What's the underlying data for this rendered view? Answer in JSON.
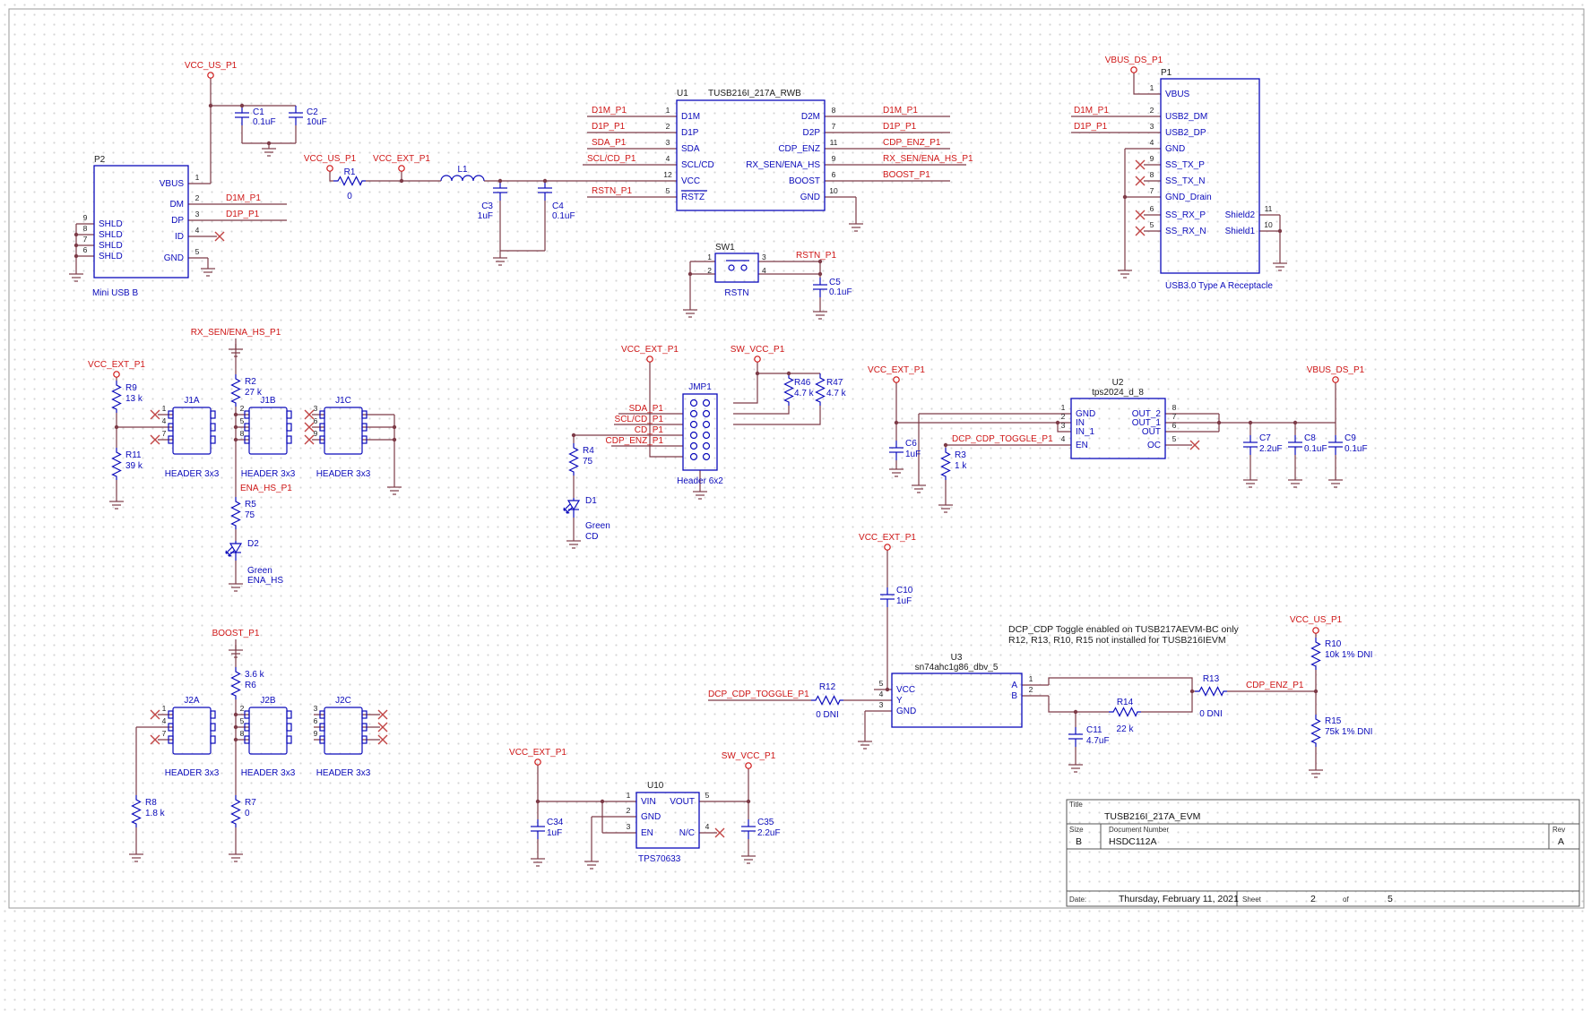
{
  "sheet": {
    "note_line1": "DCP_CDP Toggle enabled on TUSB217AEVM-BC only",
    "note_line2": "R12, R13, R10, R15 not installed for TUSB216IEVM"
  },
  "nets": {
    "vcc_us_p1": "VCC_US_P1",
    "vcc_ext_p1": "VCC_EXT_P1",
    "sw_vcc_p1": "SW_VCC_P1",
    "vbus_ds_p1": "VBUS_DS_P1",
    "d1m_p1": "D1M_P1",
    "d1p_p1": "D1P_P1",
    "sda_p1": "SDA_P1",
    "scl_cd_p1": "SCL/CD_P1",
    "cd_p1": "CD_P1",
    "rstn_p1": "RSTN_P1",
    "cdp_enz_p1": "CDP_ENZ_P1",
    "rx_sen_ena_hs_p1": "RX_SEN/ENA_HS_P1",
    "ena_hs_p1": "ENA_HS_P1",
    "boost_p1": "BOOST_P1",
    "dcp_cdp_toggle_p1": "DCP_CDP_TOGGLE_P1"
  },
  "p2": {
    "ref": "P2",
    "desc": "Mini USB B",
    "pins": [
      {
        "n": "1",
        "name": "VBUS"
      },
      {
        "n": "2",
        "name": "DM"
      },
      {
        "n": "3",
        "name": "DP"
      },
      {
        "n": "4",
        "name": "ID"
      },
      {
        "n": "5",
        "name": "GND"
      }
    ],
    "shld": [
      {
        "n": "9",
        "name": "SHLD"
      },
      {
        "n": "8",
        "name": "SHLD"
      },
      {
        "n": "7",
        "name": "SHLD"
      },
      {
        "n": "6",
        "name": "SHLD"
      }
    ]
  },
  "p1": {
    "ref": "P1",
    "desc": "USB3.0 Type A Receptacle",
    "left": [
      {
        "n": "1",
        "name": "VBUS"
      },
      {
        "n": "2",
        "name": "USB2_DM"
      },
      {
        "n": "3",
        "name": "USB2_DP"
      },
      {
        "n": "4",
        "name": "GND"
      },
      {
        "n": "9",
        "name": "SS_TX_P"
      },
      {
        "n": "8",
        "name": "SS_TX_N"
      },
      {
        "n": "7",
        "name": "GND_Drain"
      },
      {
        "n": "6",
        "name": "SS_RX_P"
      },
      {
        "n": "5",
        "name": "SS_RX_N"
      }
    ],
    "right": [
      {
        "n": "11",
        "name": "Shield2"
      },
      {
        "n": "10",
        "name": "Shield1"
      }
    ]
  },
  "u1": {
    "ref": "U1",
    "part": "TUSB216I_217A_RWB",
    "left": [
      {
        "n": "1",
        "name": "D1M"
      },
      {
        "n": "2",
        "name": "D1P"
      },
      {
        "n": "3",
        "name": "SDA"
      },
      {
        "n": "4",
        "name": "SCL/CD"
      },
      {
        "n": "12",
        "name": "VCC"
      },
      {
        "n": "5",
        "name": "RSTZ"
      }
    ],
    "right": [
      {
        "n": "8",
        "name": "D2M"
      },
      {
        "n": "7",
        "name": "D2P"
      },
      {
        "n": "11",
        "name": "CDP_ENZ"
      },
      {
        "n": "9",
        "name": "RX_SEN/ENA_HS"
      },
      {
        "n": "6",
        "name": "BOOST"
      },
      {
        "n": "10",
        "name": "GND"
      }
    ]
  },
  "u2": {
    "ref": "U2",
    "part": "tps2024_d_8",
    "left": [
      {
        "n": "1",
        "name": "GND"
      },
      {
        "n": "2",
        "name": "IN"
      },
      {
        "n": "3",
        "name": "IN_1"
      },
      {
        "n": "4",
        "name": "EN"
      }
    ],
    "right": [
      {
        "n": "8",
        "name": "OUT_2"
      },
      {
        "n": "7",
        "name": "OUT_1"
      },
      {
        "n": "6",
        "name": "OUT"
      },
      {
        "n": "5",
        "name": "OC"
      }
    ]
  },
  "u3": {
    "ref": "U3",
    "part": "sn74ahc1g86_dbv_5",
    "left": [
      {
        "n": "5",
        "name": "VCC"
      },
      {
        "n": "4",
        "name": "Y"
      },
      {
        "n": "3",
        "name": "GND"
      }
    ],
    "right": [
      {
        "n": "1",
        "name": "A"
      },
      {
        "n": "2",
        "name": "B"
      }
    ]
  },
  "u10": {
    "ref": "U10",
    "part": "TPS70633",
    "left": [
      {
        "n": "1",
        "name": "VIN"
      },
      {
        "n": "2",
        "name": "GND"
      },
      {
        "n": "3",
        "name": "EN"
      }
    ],
    "right": [
      {
        "n": "5",
        "name": "VOUT"
      },
      {
        "n": "4",
        "name": "N/C"
      }
    ]
  },
  "sw1": {
    "ref": "SW1",
    "name": "RSTN",
    "p1": "1",
    "p2": "2",
    "p3": "3",
    "p4": "4"
  },
  "jmp1": {
    "ref": "JMP1",
    "desc": "Header 6x2"
  },
  "headers": {
    "j1a": "J1A",
    "j1b": "J1B",
    "j1c": "J1C",
    "j2a": "J2A",
    "j2b": "J2B",
    "j2c": "J2C",
    "desc": "HEADER 3x3",
    "col1": [
      "1",
      "4",
      "7"
    ],
    "col2": [
      "2",
      "5",
      "8"
    ],
    "col3": [
      "3",
      "6",
      "9"
    ]
  },
  "parts": {
    "c1": {
      "ref": "C1",
      "val": "0.1uF"
    },
    "c2": {
      "ref": "C2",
      "val": "10uF"
    },
    "c3": {
      "ref": "C3",
      "val": "1uF"
    },
    "c4": {
      "ref": "C4",
      "val": "0.1uF"
    },
    "c5": {
      "ref": "C5",
      "val": "0.1uF"
    },
    "c6": {
      "ref": "C6",
      "val": "1uF"
    },
    "c7": {
      "ref": "C7",
      "val": "2.2uF"
    },
    "c8": {
      "ref": "C8",
      "val": "0.1uF"
    },
    "c9": {
      "ref": "C9",
      "val": "0.1uF"
    },
    "c10": {
      "ref": "C10",
      "val": "1uF"
    },
    "c11": {
      "ref": "C11",
      "val": "4.7uF"
    },
    "c34": {
      "ref": "C34",
      "val": "1uF"
    },
    "c35": {
      "ref": "C35",
      "val": "2.2uF"
    },
    "l1": {
      "ref": "L1"
    },
    "r1": {
      "ref": "R1",
      "val": "0"
    },
    "r2": {
      "ref": "R2",
      "val": "27 k"
    },
    "r3": {
      "ref": "R3",
      "val": "1 k"
    },
    "r4": {
      "ref": "R4",
      "val": "75"
    },
    "r5": {
      "ref": "R5",
      "val": "75"
    },
    "r6": {
      "ref": "R6",
      "val": "3.6 k"
    },
    "r7": {
      "ref": "R7",
      "val": "0"
    },
    "r8": {
      "ref": "R8",
      "val": "1.8 k"
    },
    "r9": {
      "ref": "R9",
      "val": "13 k"
    },
    "r10": {
      "ref": "R10",
      "val": "10k 1% DNI"
    },
    "r11": {
      "ref": "R11",
      "val": "39 k"
    },
    "r12": {
      "ref": "R12",
      "val": "0 DNI"
    },
    "r13": {
      "ref": "R13",
      "val": "0 DNI"
    },
    "r14": {
      "ref": "R14",
      "val": "22 k"
    },
    "r15": {
      "ref": "R15",
      "val": "75k 1% DNI"
    },
    "r46": {
      "ref": "R46",
      "val": "4.7 k"
    },
    "r47": {
      "ref": "R47",
      "val": "4.7 k"
    },
    "d1": {
      "ref": "D1",
      "color": "Green",
      "net": "CD"
    },
    "d2": {
      "ref": "D2",
      "color": "Green",
      "net": "ENA_HS"
    }
  },
  "title_block": {
    "title_label": "Title",
    "title": "TUSB216I_217A_EVM",
    "size_label": "Size",
    "size": "B",
    "doc_label": "Document Number",
    "doc_number": "HSDC112A",
    "rev_label": "Rev",
    "rev": "A",
    "date_label": "Date:",
    "date": "Thursday, February 11, 2021",
    "sheet_label": "Sheet",
    "sheet_number": "2",
    "of_label": "of",
    "sheet_total": "5"
  }
}
